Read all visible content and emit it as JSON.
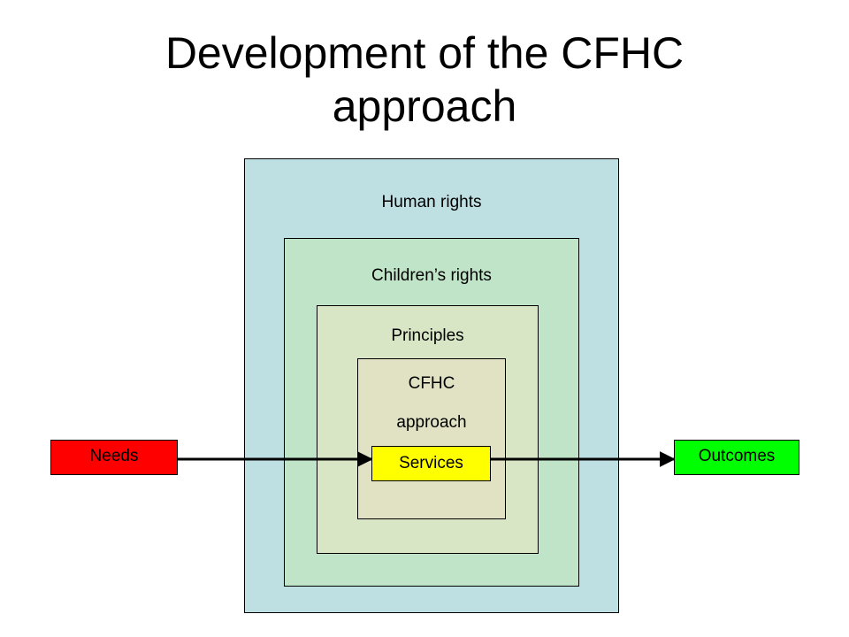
{
  "title": {
    "line1": "Development of the CFHC",
    "line2": "approach"
  },
  "boxes": {
    "human_rights": {
      "label": "Human rights",
      "color": "#bfe0e3"
    },
    "childrens_rights": {
      "label": "Children’s rights",
      "color": "#bfe4c8"
    },
    "principles": {
      "label": "Principles",
      "color": "#d8e6c6"
    },
    "cfhc": {
      "label_line1": "CFHC",
      "label_line2": "approach",
      "color": "#e0e2c3"
    }
  },
  "flow": {
    "needs": {
      "label": "Needs",
      "color": "#ff0000"
    },
    "services": {
      "label": "Services",
      "color": "#ffff00"
    },
    "outcomes": {
      "label": "Outcomes",
      "color": "#00ff00"
    }
  }
}
